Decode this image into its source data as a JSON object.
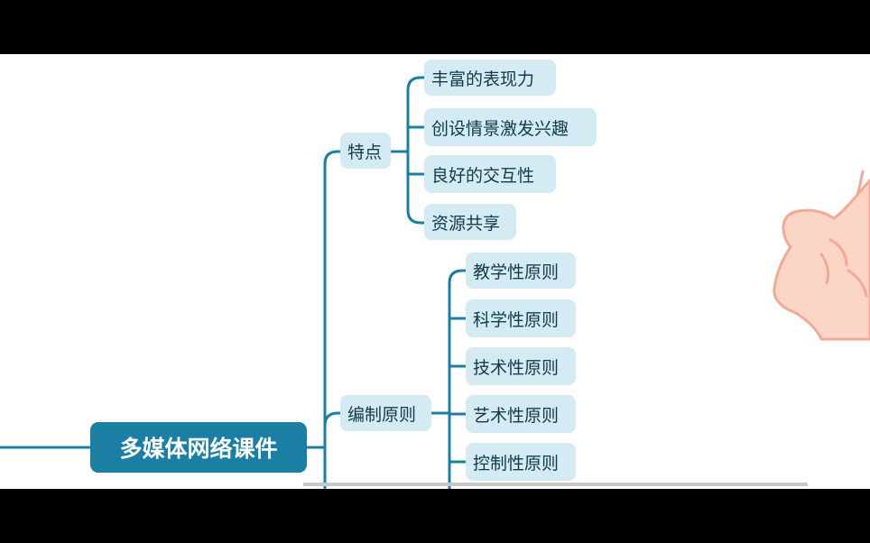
{
  "mindmap": {
    "root": "多媒体网络课件",
    "branches": [
      {
        "label": "特点",
        "children": [
          "丰富的表现力",
          "创设情景激发兴趣",
          "良好的交互性",
          "资源共享"
        ]
      },
      {
        "label": "编制原则",
        "children": [
          "教学性原则",
          "科学性原则",
          "技术性原则",
          "艺术性原则",
          "控制性原则"
        ]
      }
    ]
  },
  "colors": {
    "line": "#1a7fa3",
    "node_fill": "#d4ebf4",
    "root_fill": "#1a7fa3",
    "letterbox": "#000000"
  },
  "decor": {
    "hand": "hand-pointer-icon"
  }
}
